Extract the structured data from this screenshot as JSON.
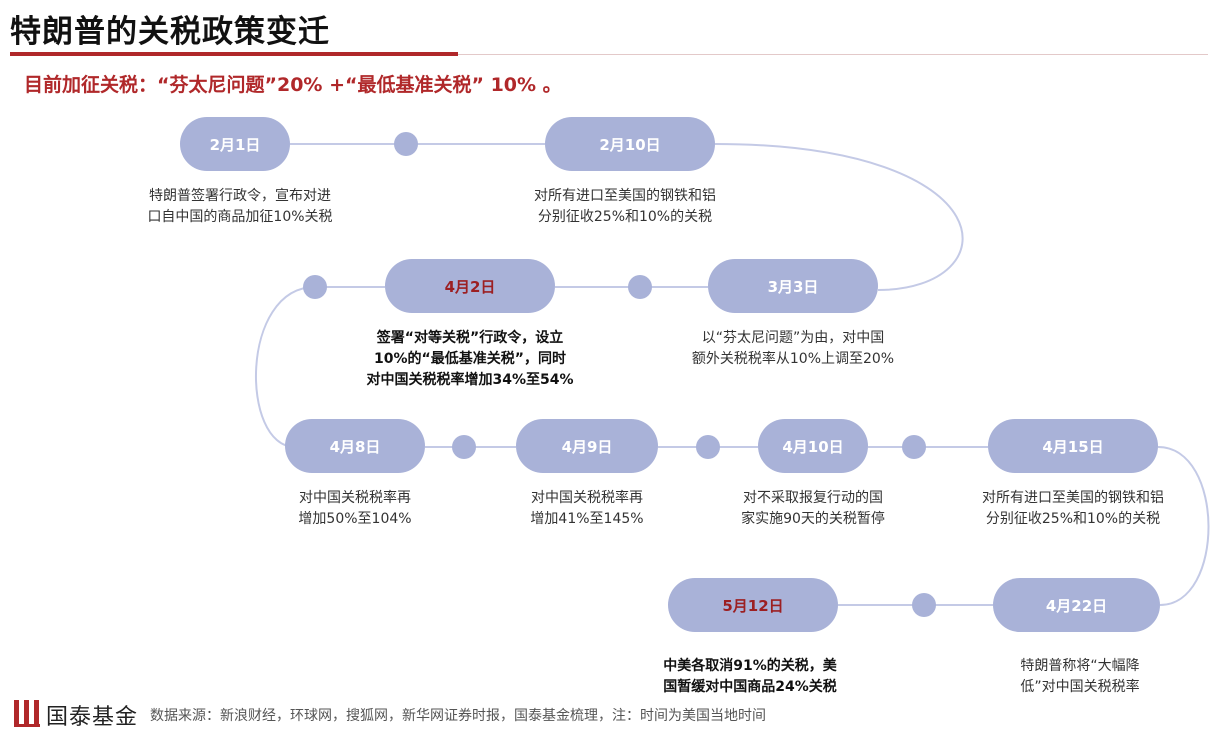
{
  "title": "特朗普的关税政策变迁",
  "subtitle": "目前加征关税：“芬太尼问题”20% +“最低基准关税” 10% 。",
  "events": [
    {
      "date": "2月1日",
      "text": [
        "特朗普签署行政令，宣布对进",
        "口自中国的商品加征10%关税"
      ]
    },
    {
      "date": "2月10日",
      "text": [
        "对所有进口至美国的钢铁和铝",
        "分别征收25%和10%的关税"
      ]
    },
    {
      "date": "3月3日",
      "text": [
        "以“芬太尼问题”为由，对中国",
        "额外关税税率从10%上调至20%"
      ]
    },
    {
      "date": "4月2日",
      "text": [
        "签署“对等关税”行政令，设立",
        "10%的“最低基准关税”，同时",
        "对中国关税税率增加34%至54%"
      ]
    },
    {
      "date": "4月8日",
      "text": [
        "对中国关税税率再",
        "增加50%至104%"
      ]
    },
    {
      "date": "4月9日",
      "text": [
        "对中国关税税率再",
        "增加41%至145%"
      ]
    },
    {
      "date": "4月10日",
      "text": [
        "对不采取报复行动的国",
        "家实施90天的关税暂停"
      ]
    },
    {
      "date": "4月15日",
      "text": [
        "对所有进口至美国的钢铁和铝",
        "分别征收25%和10%的关税"
      ]
    },
    {
      "date": "4月22日",
      "text": [
        "特朗普称将“大幅降",
        "低”对中国关税税率"
      ]
    },
    {
      "date": "5月12日",
      "text": [
        "中美各取消91%的关税，美",
        "国暂缓对中国商品24%关税"
      ]
    }
  ],
  "colors": {
    "accent": "#b0282a",
    "node": "#a9b2d8",
    "connector": "#c4cae6"
  },
  "footer": {
    "logo_text": "国泰基金",
    "source": "数据来源：新浪财经，环球网，搜狐网，新华网证券时报，国泰基金梳理，注：时间为美国当地时间"
  }
}
